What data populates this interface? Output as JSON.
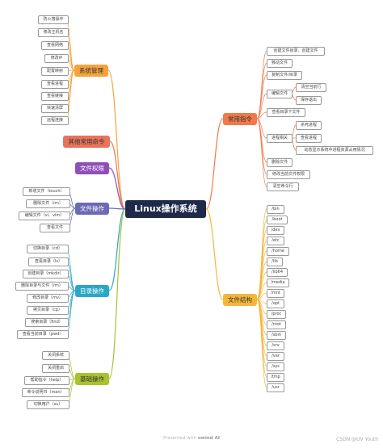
{
  "center": "Linux操作系统",
  "colors": {
    "system": "#f5a33b",
    "other": "#e8735a",
    "perm": "#8e50b8",
    "file_ops": "#6a6ab5",
    "dir_ops": "#2aa6c8",
    "basic": "#a8c230",
    "common": "#f07a4a",
    "structure": "#f4b63a"
  },
  "topics": [
    {
      "id": "system",
      "label": "系统管理",
      "leaves": [
        "防火墙操作",
        "修改主机名",
        "查看网络",
        "修改IP",
        "配置映射",
        "查看进程",
        "查看链接",
        "快速清屏",
        "远程连接"
      ]
    },
    {
      "id": "other",
      "label": "其他常用命令",
      "leaves": []
    },
    {
      "id": "perm",
      "label": "文件权限",
      "leaves": []
    },
    {
      "id": "file_ops",
      "label": "文件操作",
      "leaves": [
        "新增文件（touch）",
        "删除文件（rm）",
        "编辑文件（vi、vim）",
        "查看文件"
      ]
    },
    {
      "id": "dir_ops",
      "label": "目录操作",
      "leaves": [
        "切换目录（cd）",
        "查看目录（ls）",
        "创建目录（mkdir）",
        "删除目录与文件（rm）",
        "修改目录（mv）",
        "拷贝目录（cp）",
        "搜索目录（find）",
        "查看当前目录（pwd）"
      ]
    },
    {
      "id": "basic",
      "label": "基础操作",
      "leaves": [
        "关闭系统",
        "关闭重启",
        "帮助指令（help）",
        "命令说明书（man）",
        "切换用户（su）"
      ]
    },
    {
      "id": "common",
      "label": "常用指令",
      "leaves": [
        "创建文件目录、创建文件",
        "移动文件",
        "复制文件/目录",
        "编辑文件",
        "查看目录下文件",
        "进程相关",
        "删除文件",
        "修改当前文件权限",
        "清空命令行"
      ]
    },
    {
      "id": "structure",
      "label": "文件结构",
      "leaves": [
        "/bin",
        "/boot",
        "/dev",
        "/etc",
        "/home",
        "/lib",
        "/lib64",
        "/media",
        "/mnt",
        "/opt",
        "/proc",
        "/root",
        "/sbin",
        "/srv",
        "/var",
        "/sys",
        "/tmp",
        "/usr"
      ]
    }
  ],
  "sub_leaves": {
    "edit": [
      "清空当前行",
      "保存退出"
    ],
    "process": [
      "杀死进程",
      "查看进程",
      "动态显示系统中进程资源占用情况"
    ]
  },
  "footer": {
    "prefix": "Presented with",
    "brand": "xmind AI"
  },
  "credit": "CSDN @UV Youth"
}
